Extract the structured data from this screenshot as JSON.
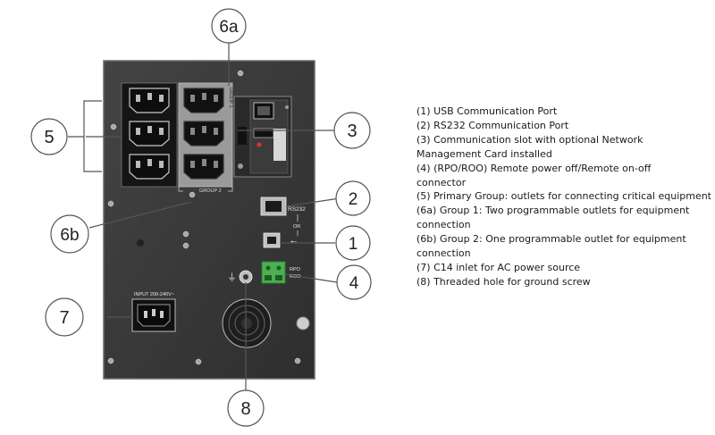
{
  "callouts": {
    "c1": "1",
    "c2": "2",
    "c3": "3",
    "c4": "4",
    "c5": "5",
    "c6a": "6a",
    "c6b": "6b",
    "c7": "7",
    "c8": "8"
  },
  "panel_labels": {
    "group1": "GROUP 1",
    "group2": "GROUP 2",
    "rs232": "RS232",
    "or": "OR",
    "usb_symbol": "⭠",
    "rpo": "RPO",
    "roo": "ROO",
    "input": "INPUT 200-240V~",
    "ground_symbol": "⏚"
  },
  "legend": [
    "(1) USB Communication Port",
    "(2) RS232 Communication Port",
    "(3) Communication slot with optional Network",
    "Management Card installed",
    "(4) (RPO/ROO) Remote power off/Remote on-off",
    "connector",
    "(5) Primary Group: outlets for connecting critical equipment",
    "(6a) Group 1: Two programmable outlets for equipment",
    "connection",
    "(6b) Group 2: One programmable outlet for equipment",
    "connection",
    "(7) C14 inlet for AC power source",
    "(8) Threaded hole for ground screw"
  ],
  "colors": {
    "panel": "#3a3a3a",
    "panel_border": "#6a6a6a",
    "outlet_bg": "#1c1c1c",
    "group_bg": "#9a9a9a",
    "rpo_green": "#4caf50",
    "callout_stroke": "#555555"
  }
}
